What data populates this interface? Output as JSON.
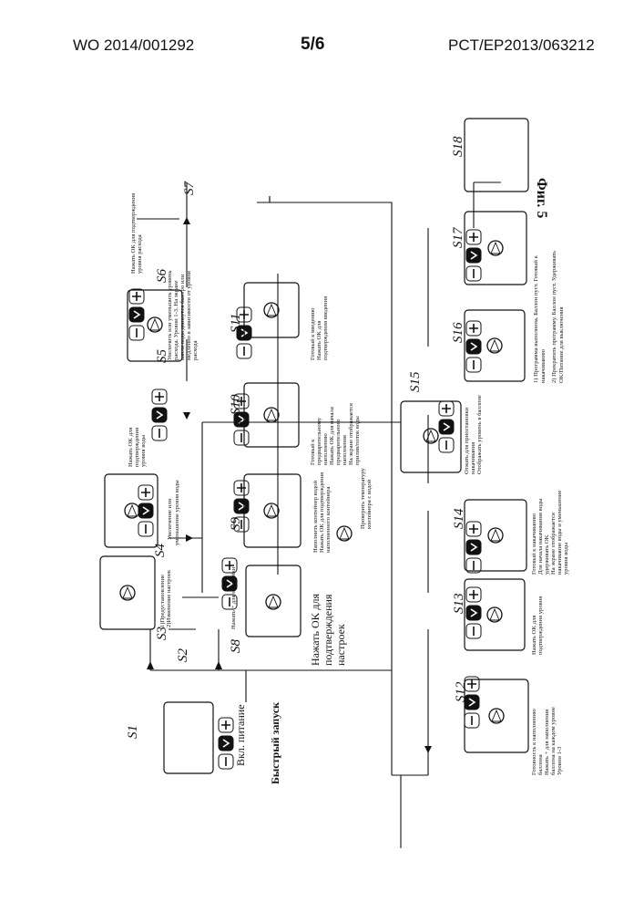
{
  "header": {
    "left": "WO 2014/001292",
    "center": "5/6",
    "right": "PCT/EP2013/063212"
  },
  "figure_label": "Фиг. 5",
  "steps": {
    "s1": "S1",
    "s2": "S2",
    "s3": "S3",
    "s4": "S4",
    "s5": "S5",
    "s6": "S6",
    "s7": "S7",
    "s8": "S8",
    "s9": "S9",
    "s10": "S10",
    "s11": "S11",
    "s12": "S12",
    "s13": "S13",
    "s14": "S14",
    "s15": "S15",
    "s16": "S16",
    "s17": "S17",
    "s18": "S18"
  },
  "texts": {
    "s1_power": "Вкл. питание",
    "quick_start": "Быстрый запуск",
    "s3_line1": "1)Предустановление",
    "s3_line2": "2)Изменение настроек",
    "s4_line1": "Увеличение или",
    "s4_line2": "уменьшение уровня воды",
    "s5_line1": "Нажать OK для",
    "s5_line2": "подтверждения",
    "s5_line3": "уровня воды",
    "s6_line1": "Увеличить или уменьшить уровень",
    "s6_line2": "расхода. Уровни 1-3. На экране",
    "s6_line3": "капли воды движутся быстро или",
    "s6_line4": "медленно в зависимости от уровня",
    "s6_line5": "расхода",
    "s7_line1": "Нажать OK для подтверждения",
    "s7_line2": "уровня расхода",
    "s8_small": "Нажать + для настройки",
    "s8_line1": "Нажать OK для",
    "s8_line2": "подтверждения",
    "s8_line3": "настроек",
    "s9_line1": "Наполнить контейнер водой",
    "s9_line2": "Нажать OK для подтверждения",
    "s9_line3": "наполненного контейнера",
    "s9_line4": "Проверить температуру",
    "s9_line5": "контейнера с водой",
    "s10_line1": "Готовый к",
    "s10_line2": "предварительному",
    "s10_line3": "наполнению",
    "s10_line4": "Нажать OK для начала",
    "s10_line5": "предварительного",
    "s10_line6": "наполнения",
    "s10_line7": "На экране отображается",
    "s10_line8": "прилив/поток воды",
    "s11_line1": "Готовый к введению",
    "s11_line2": "Нажать OK для",
    "s11_line3": "подтверждения введения",
    "s12_line1": "Готовность к наполнению",
    "s12_line2": "баллона",
    "s12_line3": "Нажать + для наполнения",
    "s12_line4": "баллона на каждом уровне",
    "s12_line5": "Уровни 1-3",
    "s13_line1": "Нажать OK для",
    "s13_line2": "подтверждения уровня",
    "s14_line1": "Готовый к накачиванию",
    "s14_line2": "Для начала накачивания воды",
    "s14_line3": "удерживать OK",
    "s14_line4": "На экране отображается",
    "s14_line5": "накачивание воды и уменьшение",
    "s14_line6": "уровня воды",
    "s15_line1": "Отжать для приостановки",
    "s15_line2": "накачивания",
    "s15_line3": "Отображать уровень в баллоне",
    "s16_line1": "1) Программа выполнена. Баллон пуст. Готовый к",
    "s16_line2": "накачиванию",
    "s16_line3": "2) Прекратить программу. Баллон пуст. Удерживать",
    "s16_line4": "OK/Питание для выключения"
  },
  "icons": {
    "minus": "minus-button-icon",
    "check": "check-button-icon",
    "plus": "plus-button-icon",
    "gear": "gear-icon",
    "water-level": "water-level-icon",
    "balloon": "balloon-icon",
    "tap": "tap-icon",
    "thermometer": "thermometer-icon"
  }
}
